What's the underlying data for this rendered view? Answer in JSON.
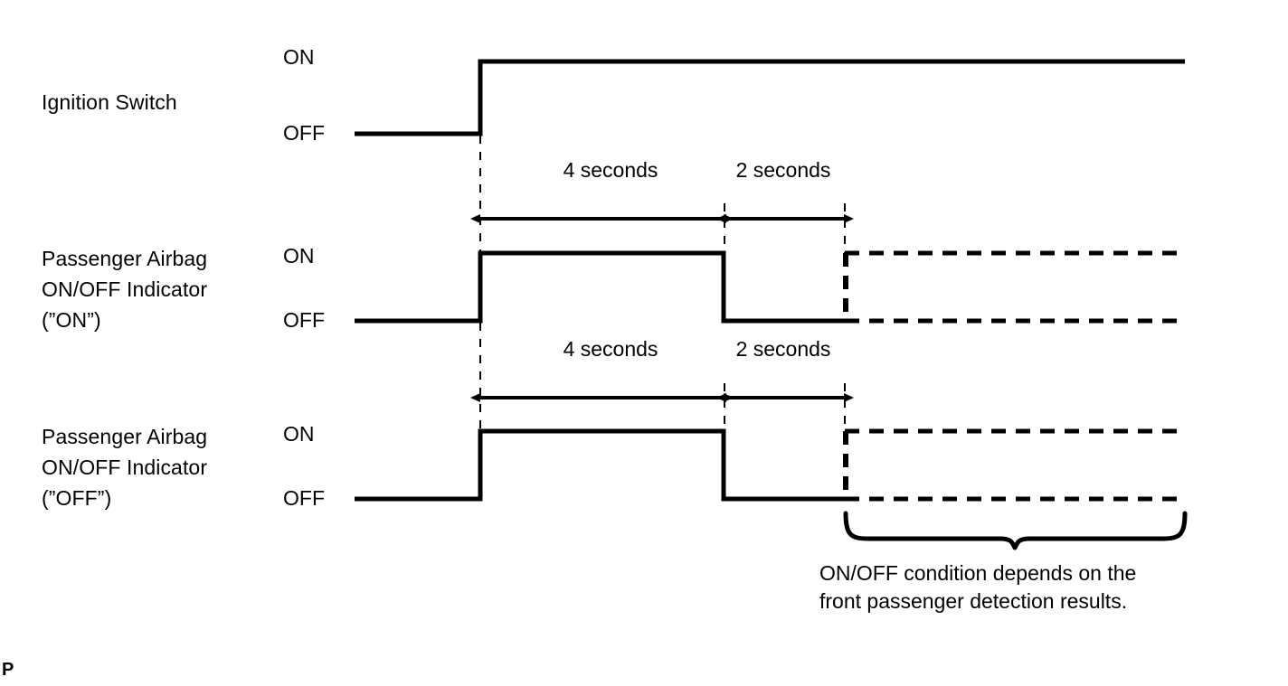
{
  "diagram": {
    "page_mark": "P",
    "rows": [
      {
        "name": "ignition-switch",
        "label_lines": [
          "Ignition Switch"
        ],
        "level_high": "ON",
        "level_low": "OFF"
      },
      {
        "name": "passenger-airbag-indicator-on",
        "label_lines": [
          "Passenger Airbag",
          "ON/OFF Indicator",
          "(”ON”)"
        ],
        "level_high": "ON",
        "level_low": "OFF"
      },
      {
        "name": "passenger-airbag-indicator-off",
        "label_lines": [
          "Passenger Airbag",
          "ON/OFF Indicator",
          "(”OFF”)"
        ],
        "level_high": "ON",
        "level_low": "OFF"
      }
    ],
    "timing_groups": [
      {
        "name": "indicator-on-timings",
        "intervals": [
          {
            "label": "4 seconds",
            "value": 4,
            "unit": "seconds"
          },
          {
            "label": "2 seconds",
            "value": 2,
            "unit": "seconds"
          }
        ]
      },
      {
        "name": "indicator-off-timings",
        "intervals": [
          {
            "label": "4 seconds",
            "value": 4,
            "unit": "seconds"
          },
          {
            "label": "2 seconds",
            "value": 2,
            "unit": "seconds"
          }
        ]
      }
    ],
    "annotation": {
      "brace_note_line1": "ON/OFF condition depends on the",
      "brace_note_line2": "front passenger detection results."
    },
    "colors": {
      "line": "#000000",
      "background": "#ffffff",
      "text": "#000000"
    }
  },
  "chart_data": {
    "type": "line",
    "title": "",
    "xlabel": "",
    "ylabel": "",
    "notes": "Timing chart: ignition switch turns ON at t=0; both passenger airbag ON/OFF indicators illuminate for 4 seconds, go off for 2 seconds, then the state depends on front passenger detection (shown dashed).",
    "series": [
      {
        "name": "Ignition Switch",
        "states": [
          "OFF",
          "ON"
        ],
        "transitions": [
          {
            "t": 0,
            "from": "OFF",
            "to": "ON",
            "style": "solid"
          }
        ],
        "style": "solid"
      },
      {
        "name": "Passenger Airbag ON/OFF Indicator (”ON”)",
        "states": [
          "OFF",
          "ON"
        ],
        "transitions": [
          {
            "t": 0,
            "from": "OFF",
            "to": "ON",
            "style": "solid"
          },
          {
            "t": 4,
            "from": "ON",
            "to": "OFF",
            "style": "solid"
          },
          {
            "t": 6,
            "from": "OFF",
            "to": "indeterminate",
            "style": "dashed"
          }
        ],
        "style": "solid-then-dashed"
      },
      {
        "name": "Passenger Airbag ON/OFF Indicator (”OFF”)",
        "states": [
          "OFF",
          "ON"
        ],
        "transitions": [
          {
            "t": 0,
            "from": "OFF",
            "to": "ON",
            "style": "solid"
          },
          {
            "t": 4,
            "from": "ON",
            "to": "OFF",
            "style": "solid"
          },
          {
            "t": 6,
            "from": "OFF",
            "to": "indeterminate",
            "style": "dashed"
          }
        ],
        "style": "solid-then-dashed"
      }
    ],
    "intervals": [
      {
        "label": "4 seconds",
        "start_t": 0,
        "end_t": 4
      },
      {
        "label": "2 seconds",
        "start_t": 4,
        "end_t": 6
      }
    ]
  }
}
